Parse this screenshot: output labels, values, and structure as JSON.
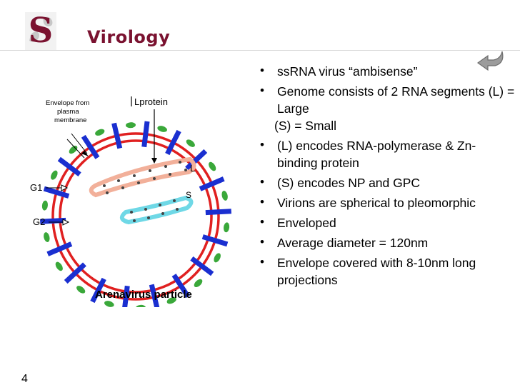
{
  "slide": {
    "title": "Virology",
    "page_number": "4",
    "bullets": [
      {
        "text": "ssRNA virus “ambisense”",
        "bullet": true
      },
      {
        "text": "Genome consists of 2 RNA segments (L) = Large",
        "bullet": true
      },
      {
        "text": "(S) = Small",
        "bullet": false
      },
      {
        "text": "(L) encodes RNA-polymerase & Zn-binding protein",
        "bullet": true
      },
      {
        "text": "(S) encodes NP and GPC",
        "bullet": true
      },
      {
        "text": "Virions are spherical to pleomorphic",
        "bullet": true
      },
      {
        "text": "Enveloped",
        "bullet": true
      },
      {
        "text": "Average diameter = 120nm",
        "bullet": true
      },
      {
        "text": "Envelope covered with 8-10nm long projections",
        "bullet": true
      }
    ]
  },
  "figure": {
    "caption": "Arenavirus particle",
    "labels": {
      "envelope_line1": "Envelope from",
      "envelope_line2": "plasma",
      "envelope_line3": "membrane",
      "l_protein": "Lprotein",
      "g1": "G1",
      "g2": "G2",
      "segment_l": "L",
      "segment_s": "S"
    },
    "colors": {
      "membrane": "#e02020",
      "spike": "#1a2fd0",
      "knob": "#3aa83a",
      "l_segment": "#f2b09a",
      "s_segment": "#6fd8e6"
    }
  },
  "icons": {
    "logo": "s-logo-icon",
    "back": "back-arrow-icon"
  }
}
